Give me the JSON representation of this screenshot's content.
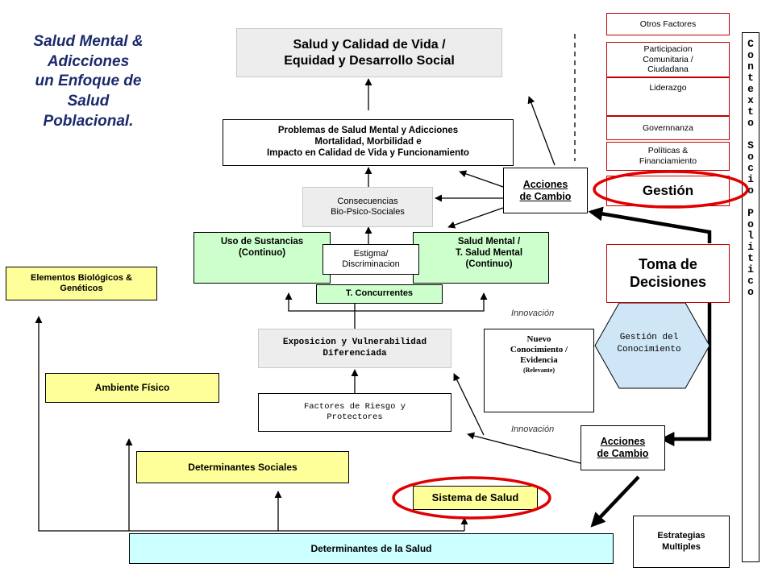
{
  "title": [
    "Salud Mental &",
    "Adicciones",
    "un Enfoque de",
    "Salud",
    "Poblacional."
  ],
  "top_goal": [
    "Salud y Calidad de Vida /",
    "Equidad y Desarrollo Social"
  ],
  "problems": [
    "Problemas de Salud Mental y Adicciones",
    "Mortalidad, Morbilidad e",
    "Impacto en Calidad de Vida y Funcionamiento"
  ],
  "consequences": [
    "Consecuencias",
    "Bio-Psico-Sociales"
  ],
  "substance_use": [
    "Uso de Sustancias",
    "(Continuo)"
  ],
  "stigma": [
    "Estigma/",
    "Discriminacion"
  ],
  "mental_health": [
    "Salud Mental /",
    "T. Salud Mental",
    "(Continuo)"
  ],
  "concurrent": "T. Concurrentes",
  "exposure": [
    "Exposicion y Vulnerabilidad",
    "Diferenciada"
  ],
  "risk_factors": [
    "Factores de Riesgo y",
    "Protectores"
  ],
  "biological": [
    "Elementos Biológicos &",
    "Genéticos"
  ],
  "physical_env": "Ambiente Físico",
  "social_determinants": "Determinantes Sociales",
  "health_system": "Sistema de Salud",
  "health_determinants": "Determinantes de la Salud",
  "actions_top": [
    "Acciones",
    "de Cambio"
  ],
  "actions_bottom": [
    "Acciones",
    "de Cambio"
  ],
  "new_knowledge": [
    "Nuevo",
    "Conocimiento /",
    "Evidencia",
    "(Relevante)"
  ],
  "knowledge_mgmt": [
    "Gestión del",
    "Conocimiento"
  ],
  "innovation_top": "Innovación",
  "innovation_bottom": "Innovación",
  "decision_making": [
    "Toma de",
    "Decisiones"
  ],
  "management": "Gestión",
  "other_factors": {
    "header": "Otros Factores",
    "participation": [
      "Participacion",
      "Comunitaria /",
      "Ciudadana"
    ],
    "leadership": "Liderazgo",
    "governance": "Governnanza",
    "policies": [
      "Políticas &",
      "Financiamiento"
    ]
  },
  "context_vertical": "Contexto Socio Politico",
  "strategies": [
    "Estrategias",
    "Multiples"
  ],
  "colors": {
    "title": "#1b2a6b",
    "highlight_ellipse": "#e00000",
    "box_border_red": "#c00000",
    "gray_box": "#ededed",
    "green_box": "#ccffcc",
    "yellow_box": "#ffff99",
    "cyan_box": "#ccffff",
    "hexagon": "#cfe6f7"
  }
}
